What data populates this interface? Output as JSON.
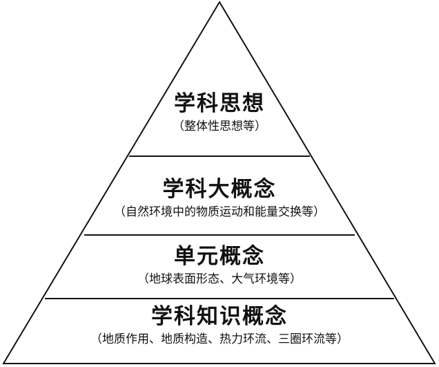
{
  "pyramid": {
    "tiers": [
      {
        "title": "学科思想",
        "subtitle": "（整体性思想等）"
      },
      {
        "title": "学科大概念",
        "subtitle": "（自然环境中的物质运动和能量交换等）"
      },
      {
        "title": "单元概念",
        "subtitle": "（地球表面形态、大气环境等）"
      },
      {
        "title": "学科知识概念",
        "subtitle": "（地质作用、地质构造、热力环流、三圈环流等）"
      }
    ]
  }
}
